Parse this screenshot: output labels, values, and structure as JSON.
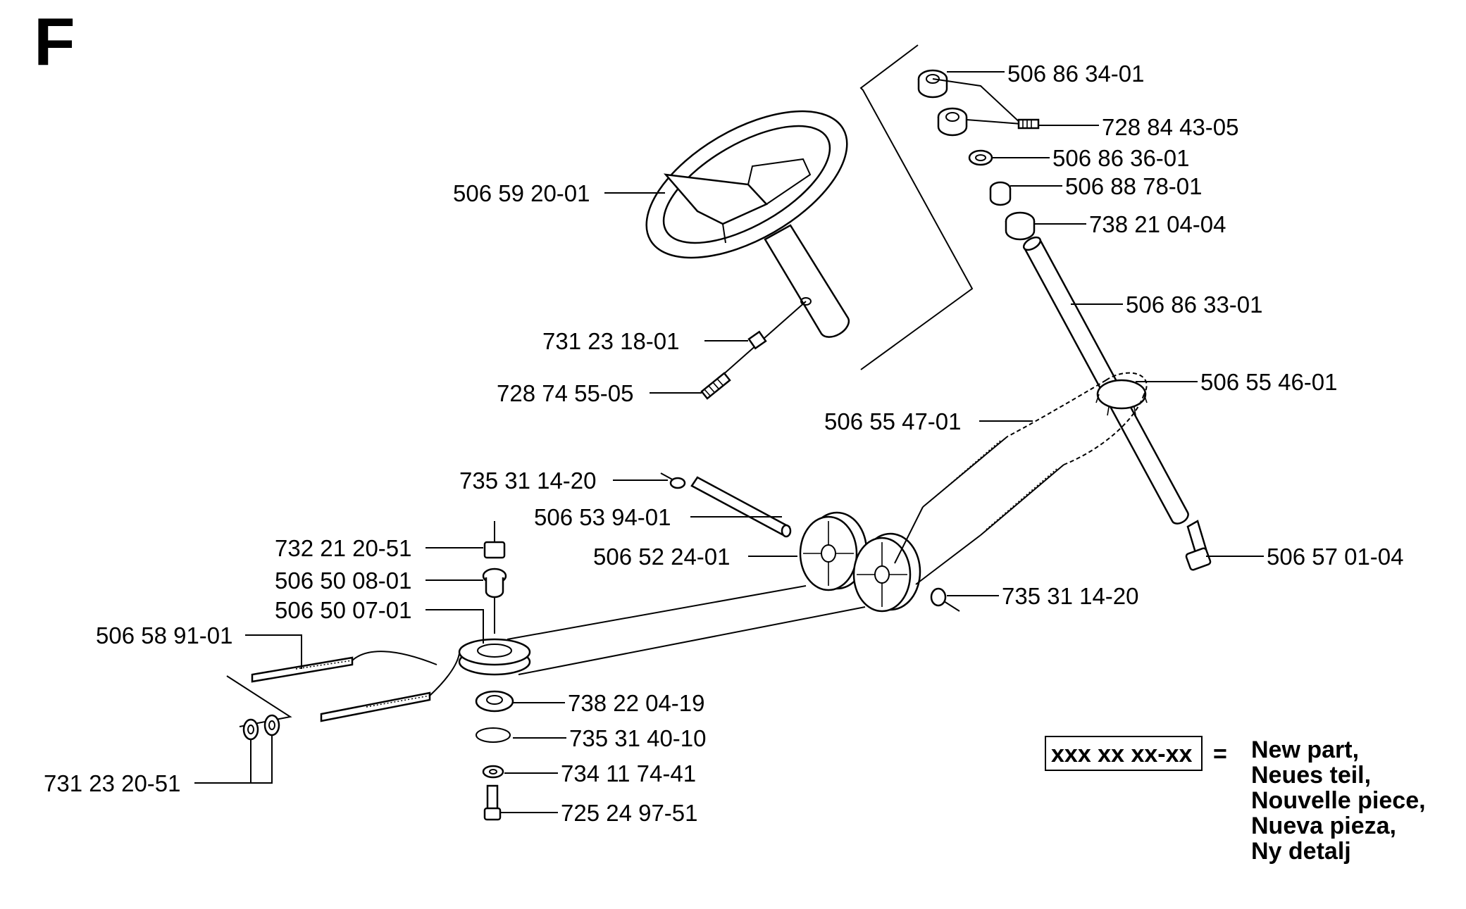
{
  "section_letter": "F",
  "parts": [
    {
      "id": "p1",
      "number": "506 86 34-01"
    },
    {
      "id": "p2",
      "number": "728 84 43-05"
    },
    {
      "id": "p3",
      "number": "506 86 36-01"
    },
    {
      "id": "p4",
      "number": "506 88 78-01"
    },
    {
      "id": "p5",
      "number": "738 21 04-04"
    },
    {
      "id": "p6",
      "number": "506 59 20-01"
    },
    {
      "id": "p7",
      "number": "506 86 33-01"
    },
    {
      "id": "p8",
      "number": "731 23 18-01"
    },
    {
      "id": "p9",
      "number": "506 55 46-01"
    },
    {
      "id": "p10",
      "number": "728 74 55-05"
    },
    {
      "id": "p11",
      "number": "506 55 47-01"
    },
    {
      "id": "p12",
      "number": "735 31 14-20"
    },
    {
      "id": "p13",
      "number": "506 53 94-01"
    },
    {
      "id": "p14",
      "number": "732 21 20-51"
    },
    {
      "id": "p15",
      "number": "506 52 24-01"
    },
    {
      "id": "p16",
      "number": "506 57 01-04"
    },
    {
      "id": "p17",
      "number": "506 50 08-01"
    },
    {
      "id": "p18",
      "number": "735 31 14-20"
    },
    {
      "id": "p19",
      "number": "506 50 07-01"
    },
    {
      "id": "p20",
      "number": "506 58 91-01"
    },
    {
      "id": "p21",
      "number": "738 22 04-19"
    },
    {
      "id": "p22",
      "number": "735 31 40-10"
    },
    {
      "id": "p23",
      "number": "734 11 74-41"
    },
    {
      "id": "p24",
      "number": "731 23 20-51"
    },
    {
      "id": "p25",
      "number": "725 24 97-51"
    }
  ],
  "legend": {
    "code": "xxx xx xx-xx",
    "equals": "=",
    "lines": [
      "New part,",
      "Neues teil,",
      "Nouvelle piece,",
      "Nueva pieza,",
      "Ny detalj"
    ]
  }
}
